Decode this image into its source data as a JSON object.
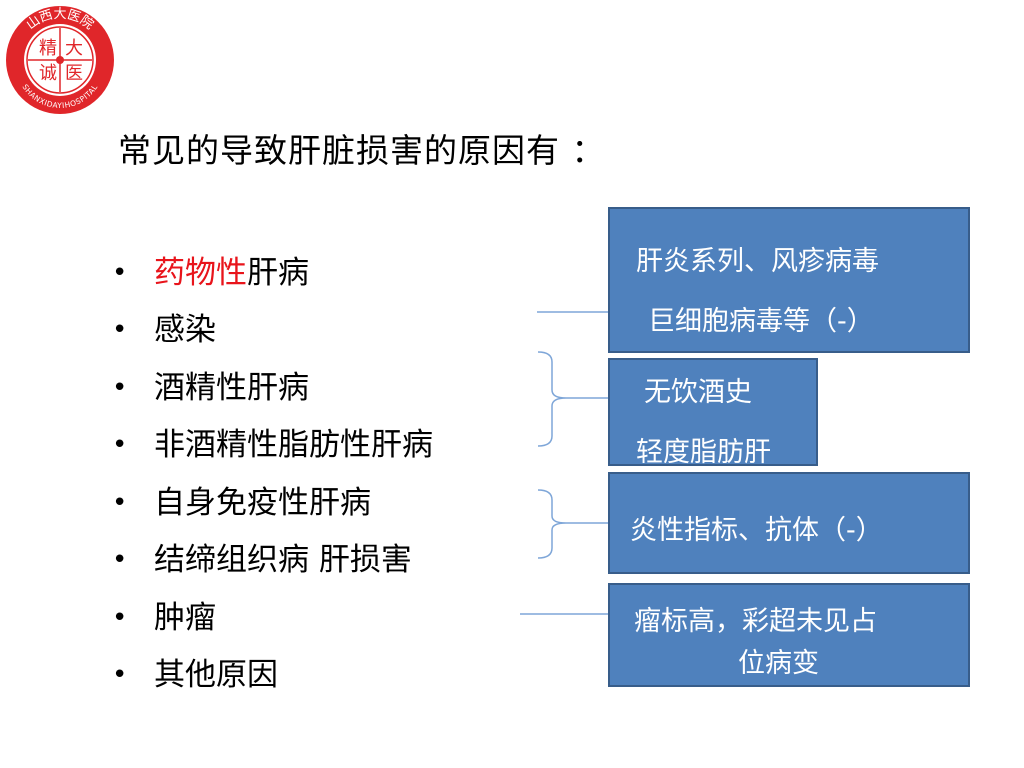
{
  "logo": {
    "top_text": "山西大医院",
    "bottom_text": "SHANXIDAYIHOSPITAL",
    "chars": [
      "精",
      "大",
      "诚",
      "医"
    ],
    "color": "#e0262a"
  },
  "title": "常见的导致肝脏损害的原因有 ：",
  "bullets": [
    {
      "highlight": "药物性",
      "rest": "肝病"
    },
    {
      "highlight": "",
      "rest": "感染"
    },
    {
      "highlight": "",
      "rest": "酒精性肝病"
    },
    {
      "highlight": "",
      "rest": "非酒精性脂肪性肝病"
    },
    {
      "highlight": "",
      "rest": "自身免疫性肝病"
    },
    {
      "highlight": "",
      "rest": "结缔组织病 肝损害"
    },
    {
      "highlight": "",
      "rest": "肿瘤"
    },
    {
      "highlight": "",
      "rest": "其他原因"
    }
  ],
  "boxes": {
    "infection": {
      "line1": "肝炎系列、风疹病毒",
      "line2": "巨细胞病毒等（-）"
    },
    "alcohol": {
      "line1": "无饮酒史",
      "line2": "轻度脂肪肝"
    },
    "autoimmune": {
      "line1": "炎性指标、抗体（-）"
    },
    "tumor": {
      "line1": "瘤标高，彩超未见占",
      "line2": "位病变"
    }
  },
  "colors": {
    "highlight": "#e8141b",
    "box_fill": "#4f81bd",
    "box_border": "#385d8a",
    "connector": "#7ea6d8"
  }
}
